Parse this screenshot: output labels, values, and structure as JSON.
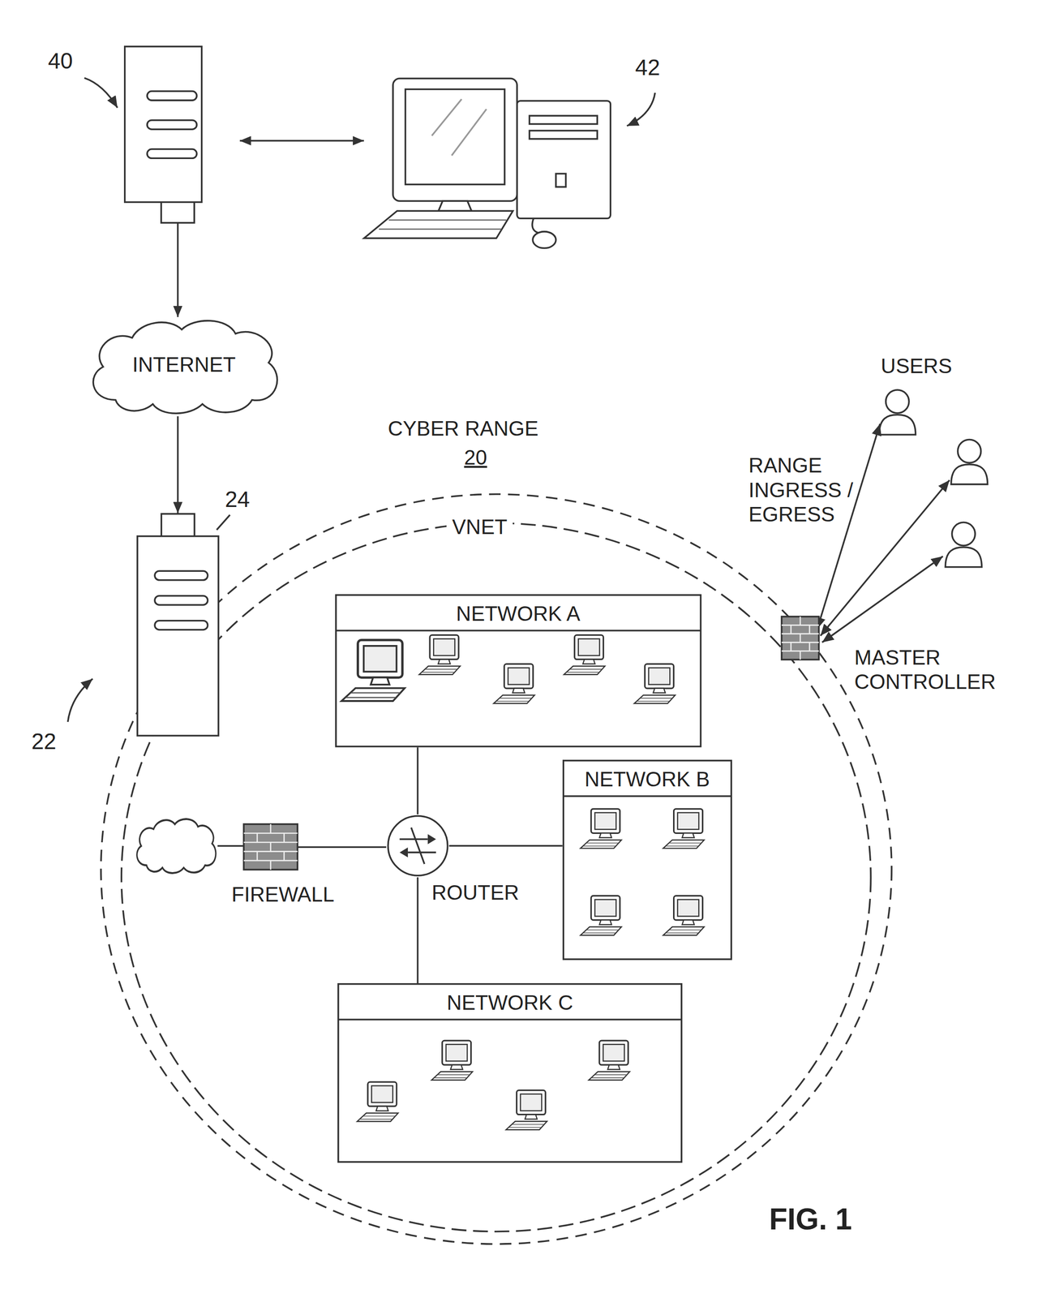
{
  "diagram": {
    "nodes": [
      {
        "text": [
          "40"
        ]
      },
      {
        "text": [
          "42"
        ]
      },
      {
        "text": [
          "INTERNET"
        ]
      },
      {
        "text": [
          "CYBER RANGE",
          "20"
        ]
      },
      {
        "text": [
          "VNET"
        ],
        "in": 3
      },
      {
        "text": [
          "24"
        ]
      },
      {
        "text": [
          "NETWORK A"
        ],
        "in": 4
      },
      {
        "text": [
          "NETWORK B"
        ],
        "in": 4
      },
      {
        "text": [
          "NETWORK C"
        ],
        "in": 4
      },
      {
        "text": [
          "ROUTER"
        ],
        "in": 4
      },
      {
        "text": [
          "FIREWALL"
        ],
        "in": 4
      },
      {
        "text": [
          "MASTER CONTROLLER"
        ]
      }
    ],
    "edges": [
      {
        "from": 0,
        "to": 1,
        "arrow": "both"
      },
      {
        "from": 0,
        "to": 2,
        "arrow": "to"
      },
      {
        "from": 2,
        "to": 5,
        "arrow": "to"
      },
      {
        "from": 9,
        "to": 6,
        "arrow": "none"
      },
      {
        "from": 9,
        "to": 7,
        "arrow": "none"
      },
      {
        "from": 9,
        "to": 8,
        "arrow": "none"
      },
      {
        "from": 10,
        "to": 9,
        "arrow": "none"
      }
    ],
    "labels": [
      "22",
      "RANGE INGRESS / EGRESS",
      "USERS",
      "FIG. 1"
    ]
  }
}
